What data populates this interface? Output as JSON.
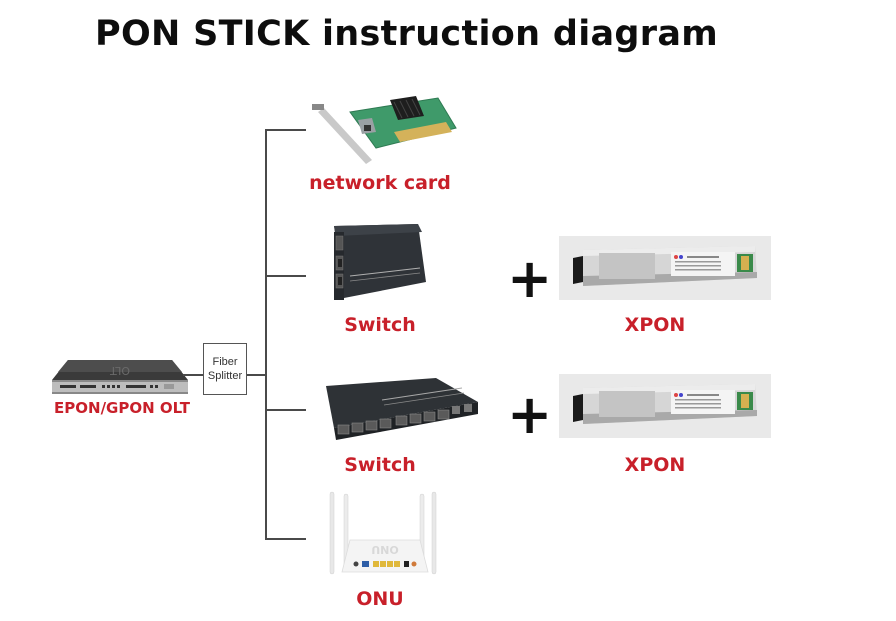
{
  "title": "PON STICK instruction diagram",
  "source": {
    "label": "EPON/GPON OLT",
    "device_text": "OLT",
    "icon": "olt-device-icon"
  },
  "splitter": {
    "line1": "Fiber",
    "line2": "Splitter"
  },
  "branches": [
    {
      "label": "network card",
      "icon": "network-card-icon"
    },
    {
      "label": "Switch",
      "icon": "media-converter-switch-icon",
      "addon": {
        "symbol": "+",
        "label": "XPON",
        "icon": "sfp-module-icon"
      }
    },
    {
      "label": "Switch",
      "icon": "ethernet-switch-icon",
      "addon": {
        "symbol": "+",
        "label": "XPON",
        "icon": "sfp-module-icon"
      }
    },
    {
      "label": "ONU",
      "icon": "onu-router-icon",
      "device_text": "ONU"
    }
  ],
  "colors": {
    "label": "#c8202a",
    "title": "#0d0d0d",
    "lines": "#4a4a4a"
  }
}
